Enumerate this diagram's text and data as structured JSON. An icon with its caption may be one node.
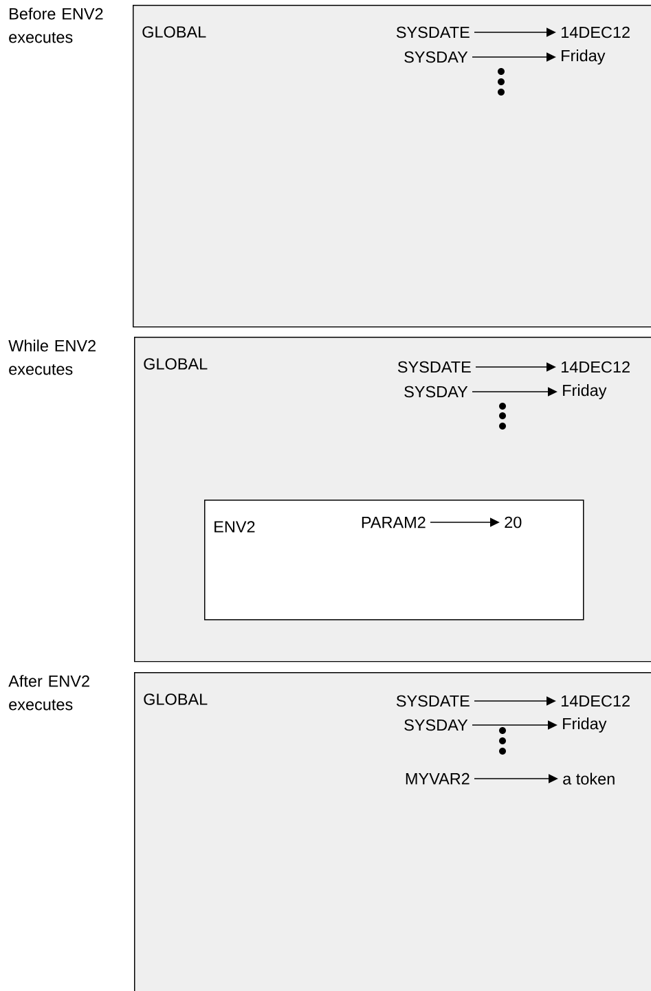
{
  "diagram": {
    "nodes": [
      {
        "text": [
          "GLOBAL"
        ],
        "beside": [
          "Before ENV2 executes"
        ]
      },
      {
        "text": [
          "SYSDATE"
        ],
        "in": 0
      },
      {
        "text": [
          "14DEC12"
        ],
        "in": 0
      },
      {
        "text": [
          "SYSDAY"
        ],
        "in": 0
      },
      {
        "text": [
          "Friday"
        ],
        "in": 0
      },
      {
        "text": [
          "GLOBAL"
        ],
        "beside": [
          "While ENV2 executes"
        ]
      },
      {
        "text": [
          "SYSDATE"
        ],
        "in": 5
      },
      {
        "text": [
          "14DEC12"
        ],
        "in": 5
      },
      {
        "text": [
          "SYSDAY"
        ],
        "in": 5
      },
      {
        "text": [
          "Friday"
        ],
        "in": 5
      },
      {
        "text": [
          "ENV2"
        ],
        "in": 5
      },
      {
        "text": [
          "PARAM2"
        ],
        "in": 10
      },
      {
        "text": [
          "20"
        ],
        "in": 10
      },
      {
        "text": [
          "GLOBAL"
        ],
        "beside": [
          "After ENV2 executes"
        ]
      },
      {
        "text": [
          "SYSDATE"
        ],
        "in": 13
      },
      {
        "text": [
          "14DEC12"
        ],
        "in": 13
      },
      {
        "text": [
          "SYSDAY"
        ],
        "in": 13
      },
      {
        "text": [
          "Friday"
        ],
        "in": 13
      },
      {
        "text": [
          "MYVAR2"
        ],
        "in": 13
      },
      {
        "text": [
          "a token"
        ],
        "in": 13
      }
    ],
    "edges": [
      {
        "from": 1,
        "to": 2,
        "arrow": "to"
      },
      {
        "from": 3,
        "to": 4,
        "arrow": "to"
      },
      {
        "from": 6,
        "to": 7,
        "arrow": "to"
      },
      {
        "from": 8,
        "to": 9,
        "arrow": "to"
      },
      {
        "from": 11,
        "to": 12,
        "arrow": "to"
      },
      {
        "from": 14,
        "to": 15,
        "arrow": "to"
      },
      {
        "from": 16,
        "to": 17,
        "arrow": "to"
      },
      {
        "from": 18,
        "to": 19,
        "arrow": "to"
      }
    ]
  }
}
